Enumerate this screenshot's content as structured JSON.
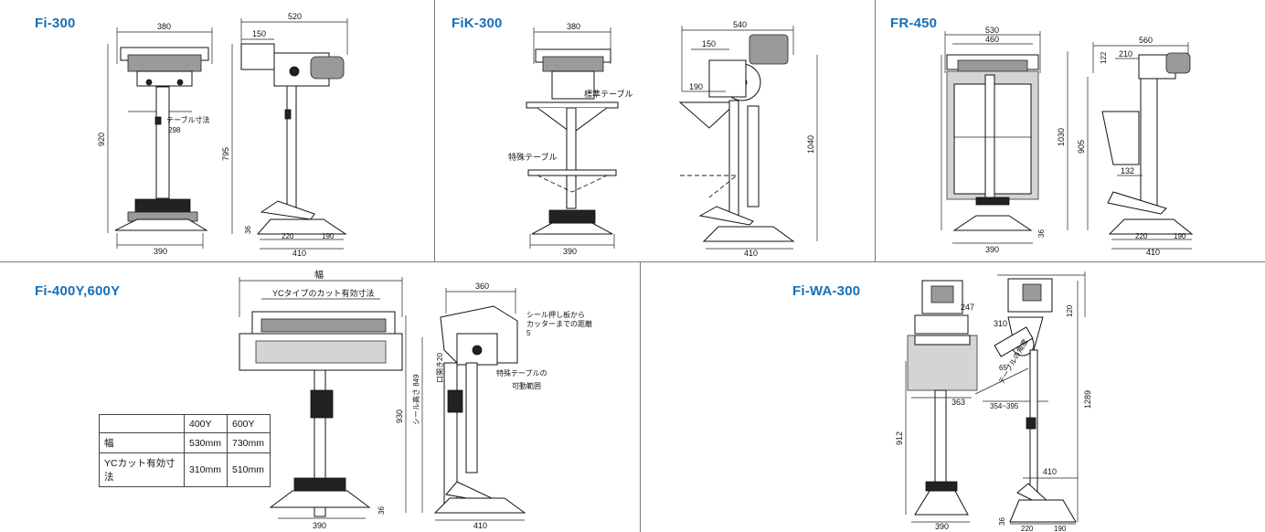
{
  "panels": {
    "fi300": {
      "title": "Fi-300",
      "labels": {
        "top_width": "380",
        "height": "920",
        "table_label": "テーブル寸法",
        "table_value": "298",
        "base_width": "390",
        "side_width": "520",
        "side_offset": "150",
        "side_height": "795",
        "foot_height": "36",
        "foot_a": "220",
        "foot_b": "190",
        "base_depth": "410"
      }
    },
    "fik300": {
      "title": "FiK-300",
      "labels": {
        "top_width": "380",
        "std_table": "標準テーブル",
        "special_table": "特殊テーブル",
        "base_width": "390",
        "side_width": "540",
        "side_offset": "150",
        "side_small": "190",
        "height": "1040",
        "base_depth": "410"
      }
    },
    "fr450": {
      "title": "FR-450",
      "labels": {
        "outer_width": "530",
        "inner_width": "460",
        "height": "1030",
        "inner_height": "905",
        "foot_height": "36",
        "base_width": "390",
        "side_width": "560",
        "side_top": "122",
        "side_offset": "210",
        "side_small": "132",
        "foot_a": "220",
        "foot_b": "190",
        "base_depth": "410"
      }
    },
    "fi400y": {
      "title": "Fi-400Y,600Y",
      "labels": {
        "width": "幅",
        "cut_width": "YCタイプのカット有効寸法",
        "base_width": "390",
        "side_width": "360",
        "cutter_note_1": "シール押し板から",
        "cutter_note_2": "カッターまでの距離",
        "cutter_value": "5",
        "open_label": "口開き20",
        "height": "930",
        "seal_height": "シール高さ 849",
        "range_1": "特殊テーブルの",
        "range_2": "可動範囲",
        "foot_height": "36",
        "base_depth": "410"
      },
      "spec_table": {
        "headers": [
          "",
          "400Y",
          "600Y"
        ],
        "rows": [
          [
            "幅",
            "530mm",
            "730mm"
          ],
          [
            "YCカット有効寸法",
            "310mm",
            "510mm"
          ]
        ]
      }
    },
    "fiwa300": {
      "title": "Fi-WA-300",
      "labels": {
        "front_width": "363",
        "front_height": "912",
        "base_width": "390",
        "side_a": "247",
        "side_b": "310",
        "side_c": "120",
        "side_d": "354~395",
        "slope_a": "65",
        "slope_label": "テーブルの角度",
        "height": "1289",
        "foot_depth": "410",
        "foot_height": "36",
        "foot_a": "220",
        "foot_b": "190"
      }
    }
  },
  "colors": {
    "title": "#1a6fb5",
    "separator": "#7a7a7a"
  }
}
